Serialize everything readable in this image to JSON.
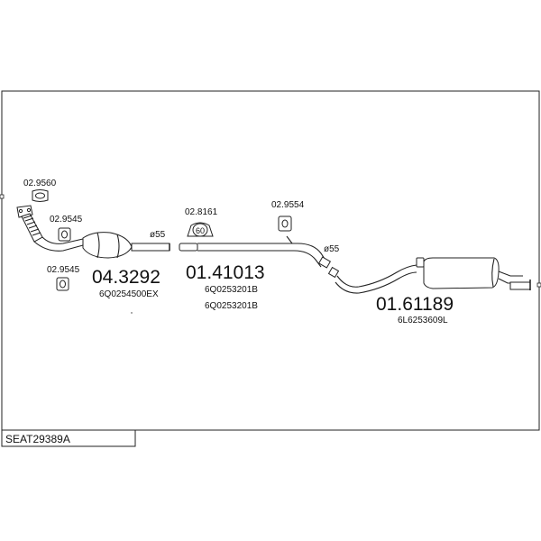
{
  "diagram": {
    "title": "SEAT29389A",
    "parts": [
      {
        "code": "04.3292",
        "oem": [
          "6Q0254500EX"
        ]
      },
      {
        "code": "01.41013",
        "oem": [
          "6Q0253201B",
          "6Q0253201B"
        ]
      },
      {
        "code": "01.61189",
        "oem": [
          "6L6253609L"
        ]
      }
    ],
    "accessories": [
      {
        "code": "02.9560"
      },
      {
        "code": "02.9545"
      },
      {
        "code": "02.9545"
      },
      {
        "code": "02.8161",
        "marking": "60"
      },
      {
        "code": "02.9554"
      }
    ],
    "diameters": [
      "ø55",
      "ø55"
    ]
  }
}
